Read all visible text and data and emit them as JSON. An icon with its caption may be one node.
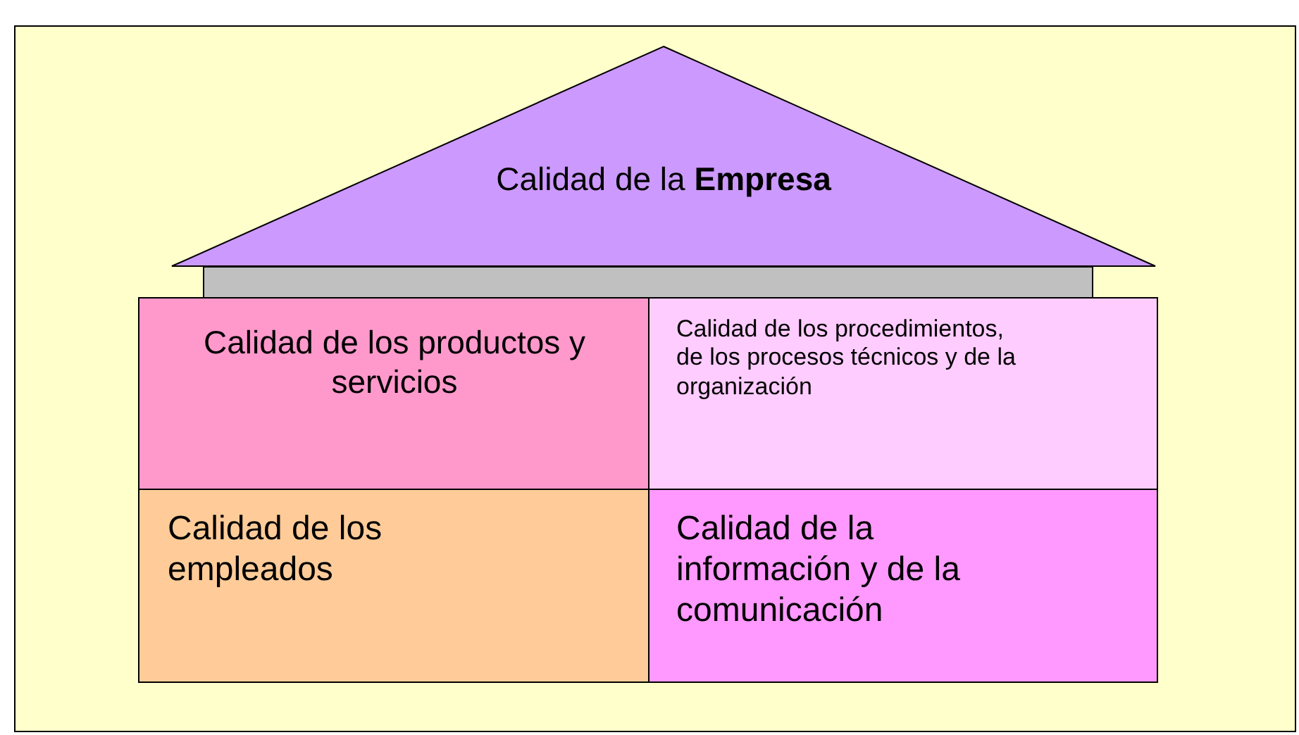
{
  "diagram": {
    "nodes": [
      {
        "text": [
          "Calidad de la **Empresa**"
        ]
      },
      {
        "text": [],
        "shape": "bar"
      },
      {
        "text": [
          "Calidad de los productos y servicios"
        ]
      },
      {
        "text": [
          "Calidad de los procedimientos, de los procesos técnicos y de la organización"
        ]
      },
      {
        "text": [
          "Calidad de los empleados"
        ]
      },
      {
        "text": [
          "Calidad de la información y de la comunicación"
        ]
      }
    ],
    "edges": []
  }
}
